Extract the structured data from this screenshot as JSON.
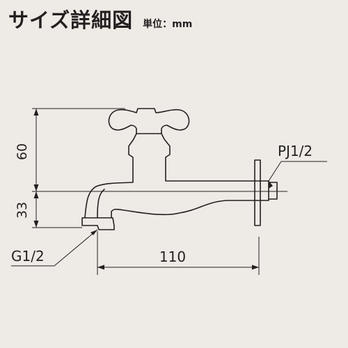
{
  "header": {
    "title": "サイズ詳細図",
    "unit_label": "単位：mm"
  },
  "dimensions": {
    "height_upper": "60",
    "height_lower": "33",
    "spout_thread": "G1/2",
    "length": "110",
    "pipe_thread": "PJ1/2"
  },
  "colors": {
    "background": "#eeebe6",
    "line": "#231f20"
  }
}
